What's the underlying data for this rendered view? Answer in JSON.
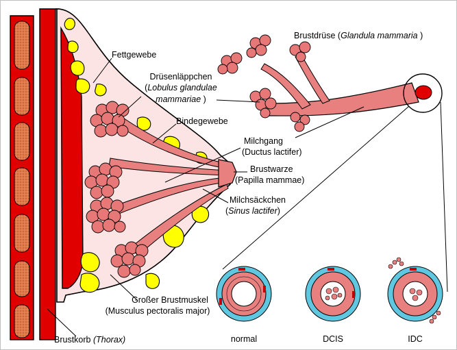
{
  "labels": {
    "fettgewebe": "Fettgewebe",
    "druesen_1": "Drüsenläppchen",
    "druesen_2a": "(",
    "druesen_2b": "Lobulus glandulae",
    "druesen_3a": "mammariae",
    "druesen_3b": ")",
    "bindegewebe": "Bindegewebe",
    "milchgang_1": "Milchgang",
    "milchgang_2": "(Ductus lactifer)",
    "brustwarze_1": "Brustwarze",
    "brustwarze_2": "(Papilla mammae)",
    "milchsack_1": "Milchsäckchen",
    "milchsack_2a": "(",
    "milchsack_2b": "Sinus lactifer",
    "milchsack_2c": ")",
    "brustdruese_a": "Brustdrüse (",
    "brustdruese_b": "Glandula mammaria",
    "brustdruese_c": " )",
    "muskel_1": "Großer Brustmuskel",
    "muskel_2": "(Musculus pectoralis major)",
    "brustkorb_a": "Brustkorb ",
    "brustkorb_b": "(Thorax)"
  },
  "cross_sections": [
    {
      "caption": "normal"
    },
    {
      "caption": "DCIS"
    },
    {
      "caption": "IDC"
    }
  ],
  "colors": {
    "muscle": "#e00000",
    "rib": "#d96a3a",
    "fat": "#ffff00",
    "lobule": "#e87878",
    "tissue": "#fde4e4",
    "duct_outer": "#5fc8e0",
    "duct_wall": "#e88080"
  }
}
